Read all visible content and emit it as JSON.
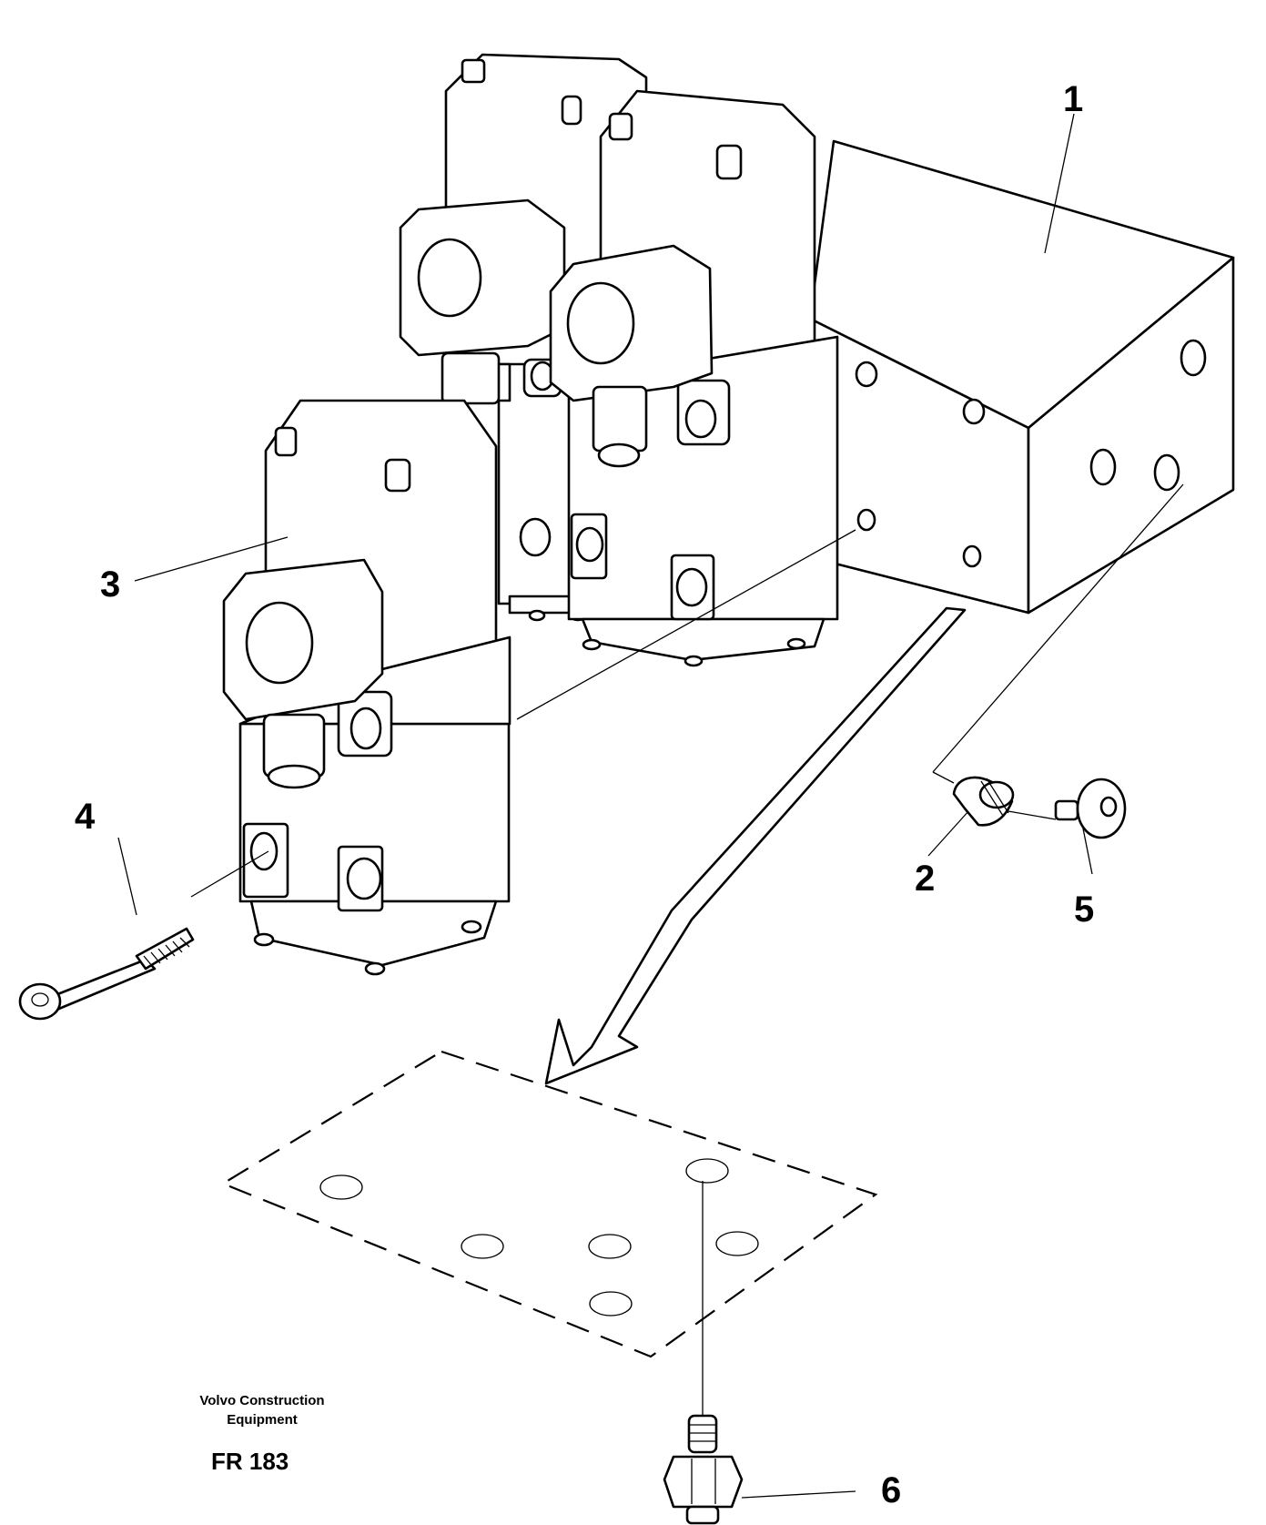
{
  "callouts": {
    "c1": "1",
    "c2": "2",
    "c3": "3",
    "c4": "4",
    "c5": "5",
    "c6": "6"
  },
  "caption": {
    "line1": "Volvo Construction",
    "line2": "Equipment",
    "code": "FR 183"
  }
}
